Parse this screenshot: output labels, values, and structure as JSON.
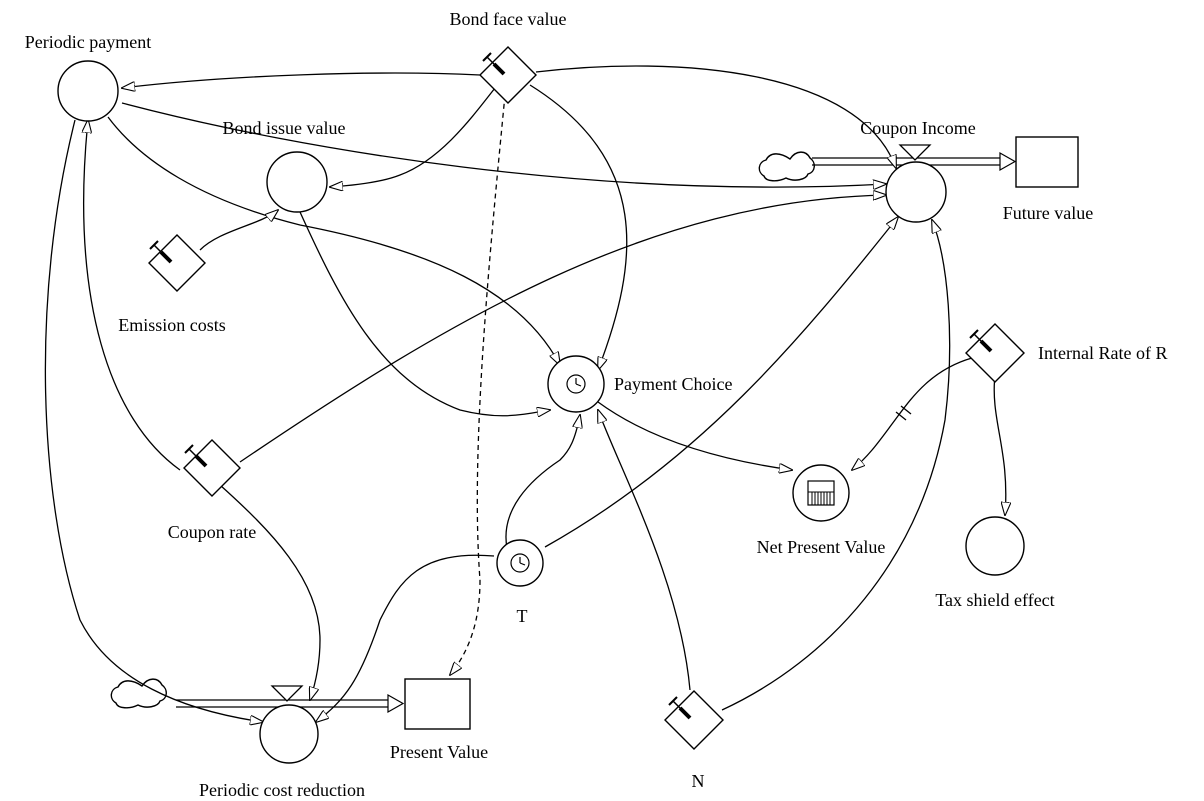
{
  "diagram": {
    "labels": {
      "periodic_payment": "Periodic payment",
      "bond_face_value": "Bond face value",
      "bond_issue_value": "Bond issue value",
      "coupon_income": "Coupon Income",
      "future_value": "Future value",
      "emission_costs": "Emission costs",
      "internal_rate": "Internal Rate of R",
      "payment_choice": "Payment Choice",
      "coupon_rate": "Coupon rate",
      "net_present_value": "Net Present Value",
      "tax_shield_effect": "Tax shield effect",
      "t": "T",
      "present_value": "Present Value",
      "n": "N",
      "periodic_cost_reduction": "Periodic cost reduction"
    }
  }
}
